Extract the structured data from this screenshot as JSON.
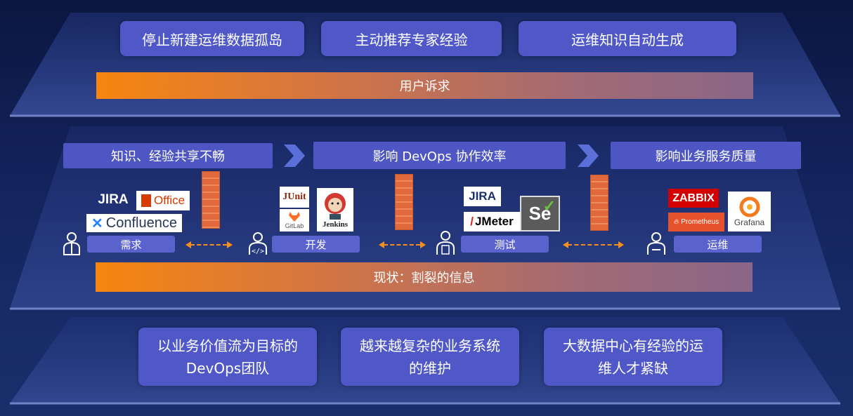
{
  "top": {
    "goals": [
      "停止新建运维数据孤岛",
      "主动推荐专家经验",
      "运维知识自动生成"
    ],
    "bar_label": "用户诉求"
  },
  "middle": {
    "problems": [
      "知识、经验共享不畅",
      "影响 DevOps 协作效率",
      "影响业务服务质量"
    ],
    "roles": [
      "需求",
      "开发",
      "测试",
      "运维"
    ],
    "bar_label": "现状：割裂的信息",
    "logos": {
      "jira": "JIRA",
      "office": "Office",
      "confluence": "Confluence",
      "junit": "JUnit",
      "gitlab": "GitLab",
      "jenkins": "Jenkins",
      "jmeter": "JMeter",
      "selenium": "Se",
      "zabbix": "ZABBIX",
      "prometheus": "Prometheus",
      "grafana": "Grafana"
    }
  },
  "bottom": {
    "issues": [
      {
        "line1": "以业务价值流为目标的",
        "line2": "DevOps团队"
      },
      {
        "line1": "越来越复杂的业务系统",
        "line2": "的维护"
      },
      {
        "line1": "大数据中心有经验的运",
        "line2": "维人才紧缺"
      }
    ]
  },
  "colors": {
    "accent": "#5058c8",
    "orange": "#f7860f",
    "brick": "#e2693b"
  }
}
